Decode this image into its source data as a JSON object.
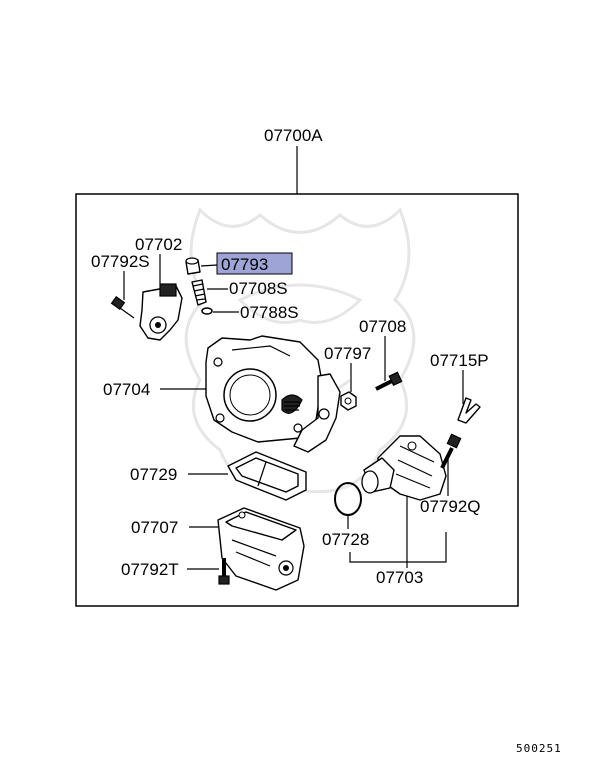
{
  "callouts": {
    "assembly": "07700A",
    "p07702": "07702",
    "p07792S": "07792S",
    "p07793": "07793",
    "p07708S": "07708S",
    "p07788S": "07788S",
    "p07708": "07708",
    "p07797": "07797",
    "p07715P": "07715P",
    "p07704": "07704",
    "p07729": "07729",
    "p07792Q": "07792Q",
    "p07707": "07707",
    "p07728": "07728",
    "p07792T": "07792T",
    "p07703": "07703"
  },
  "highlight": {
    "part": "07793",
    "color": "#9ea4d6"
  },
  "footer_code": "500251"
}
